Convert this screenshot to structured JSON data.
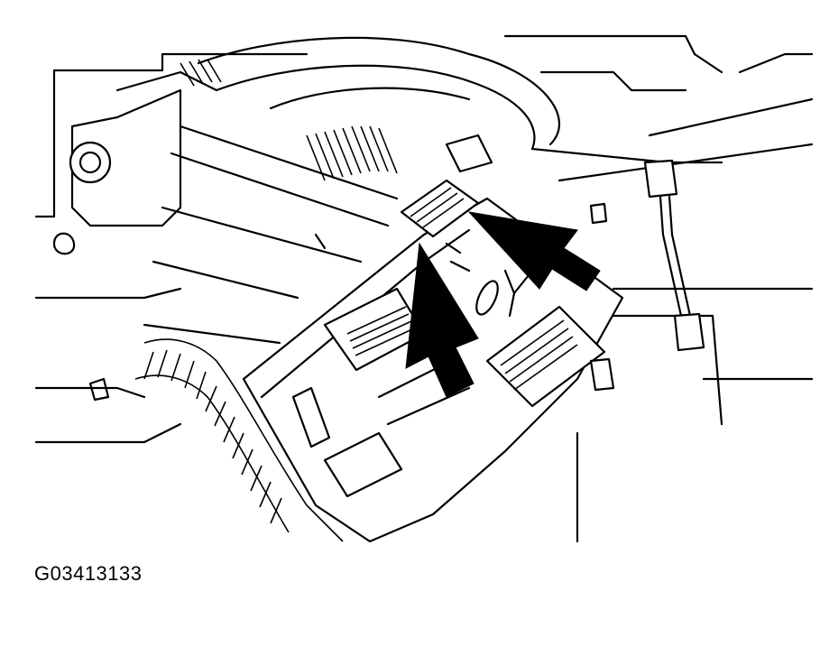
{
  "figure": {
    "id_label": "G03413133",
    "description": "Line drawing of an engine compartment component (module/relay box) with two black arrows pointing to a connector",
    "colors": {
      "line": "#000000",
      "background": "#ffffff"
    },
    "callouts": [
      {
        "type": "arrow",
        "direction": "up-left",
        "target": "connector"
      },
      {
        "type": "arrow",
        "direction": "up-left",
        "target": "connector"
      }
    ]
  }
}
